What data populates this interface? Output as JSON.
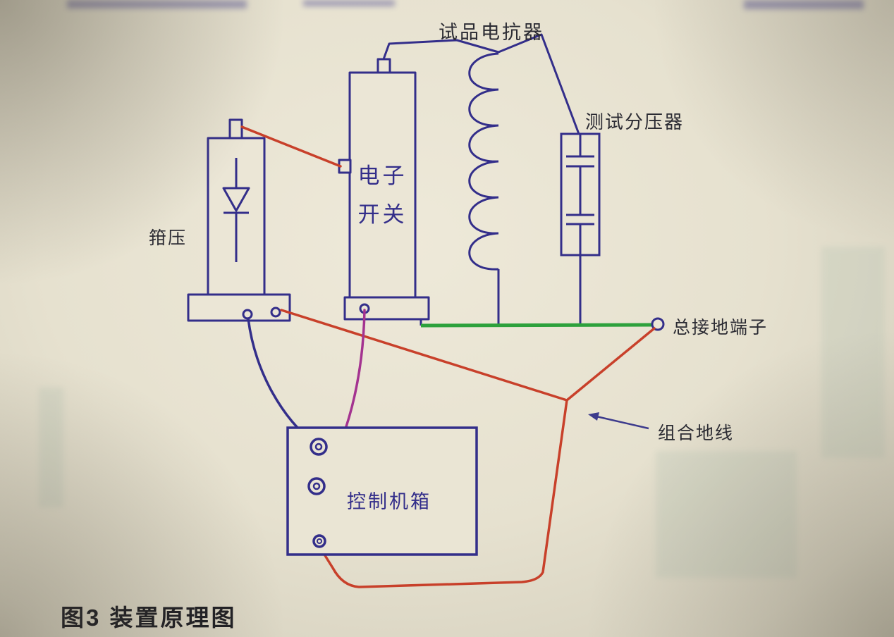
{
  "page": {
    "caption": "图3 装置原理图"
  },
  "diagram": {
    "labels": {
      "reactor": "试品电抗器",
      "divider": "测试分压器",
      "clamp": "箝压",
      "switch_line1": "电子",
      "switch_line2": "开关",
      "ground_terminal": "总接地端子",
      "ground_wire": "组合地线",
      "control_box": "控制机箱"
    },
    "colors": {
      "component_line": "#332e8a",
      "red_wire": "#c8402a",
      "green_ground_bus": "#2da13c",
      "magenta_wire": "#a43390",
      "paper": "#e6e1d0",
      "label_ink": "#2b2b33"
    }
  }
}
